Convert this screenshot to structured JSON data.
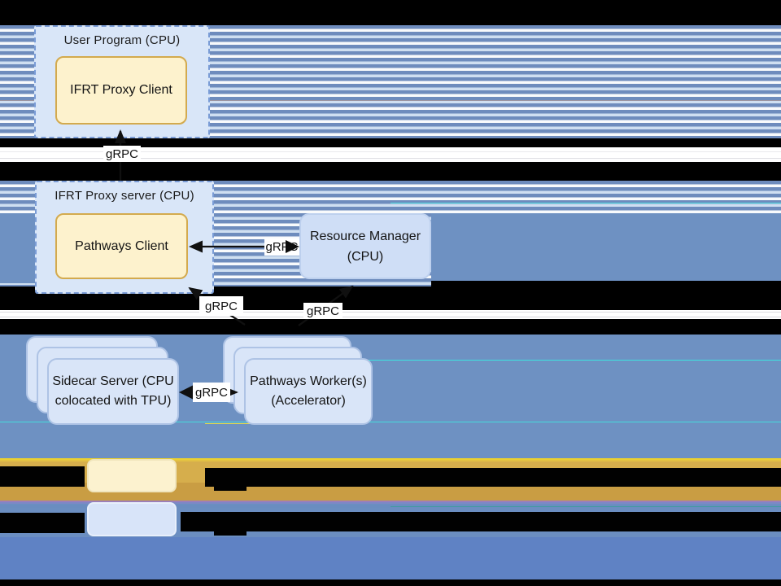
{
  "nodes": {
    "user_program": {
      "title": "User Program (CPU)"
    },
    "ifrt_proxy_client": {
      "label": "IFRT Proxy Client"
    },
    "ifrt_proxy_server": {
      "title": "IFRT Proxy server (CPU)"
    },
    "pathways_client": {
      "label": "Pathways Client"
    },
    "resource_manager": {
      "line1": "Resource Manager",
      "line2": "(CPU)"
    },
    "sidecar_server": {
      "line1": "Sidecar Server (CPU",
      "line2": "colocated with TPU)"
    },
    "pathways_workers": {
      "line1": "Pathways Worker(s)",
      "line2": "(Accelerator)"
    }
  },
  "edges": {
    "grpc": "gRPC"
  },
  "colors": {
    "stripe_blue": "#6e8cbd",
    "stripe_white": "#f8fafc",
    "stripe_pale": "#cfdff1",
    "solid_blue": "#6e91c2",
    "legend_band_blue": "#6b8ec1",
    "deep_blue": "#5f82c4",
    "gold": "#d6ae4c",
    "gold_dark": "#c99d43",
    "yellow_glitch_line": "#ecd12f",
    "node_yellow_fill": "#fdf2cd",
    "node_yellow_border": "#d3aa4e",
    "node_blue_fill": "#d9e5f8",
    "node_blue_border": "#aec3e5",
    "dashed_fill": "#d9e6f8",
    "dashed_border": "#7a9cd6",
    "glitch_cyan": "#3fe3df"
  }
}
